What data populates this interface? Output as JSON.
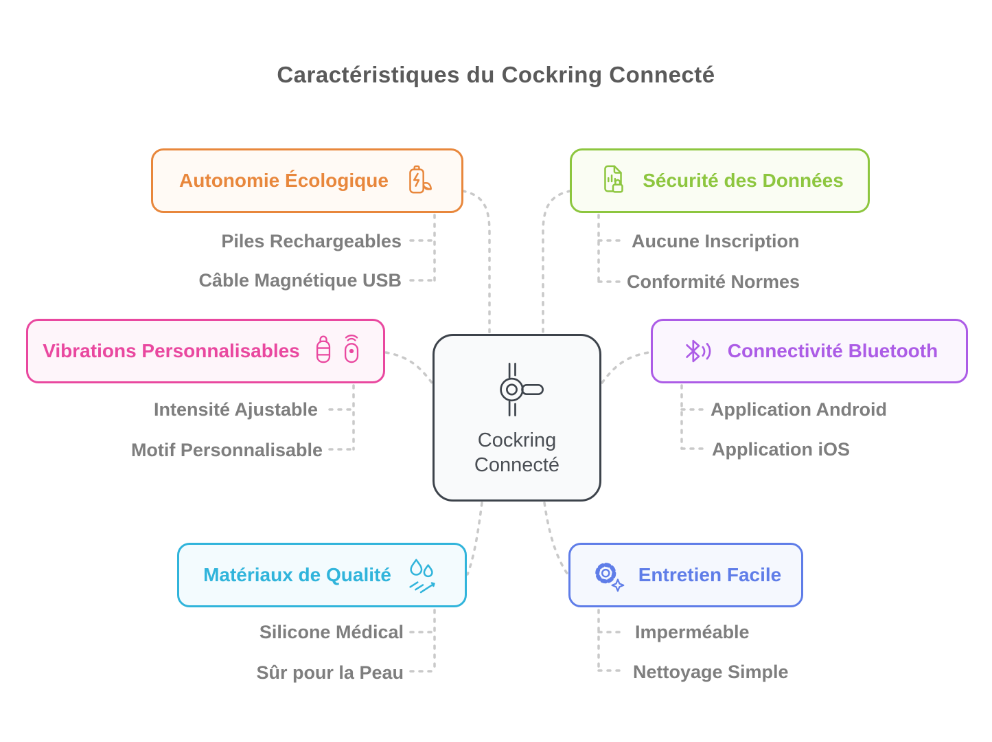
{
  "title": "Caractéristiques du Cockring Connecté",
  "center": {
    "line1": "Cockring",
    "line2": "Connecté",
    "icon": "cockring-icon"
  },
  "colors": {
    "connector": "#C9C9C9",
    "title": "#5A5A5A",
    "sub_text": "#7E7E7E",
    "center_border": "#3D434B",
    "center_bg": "#F9FAFB",
    "center_text": "#4A4E54",
    "background": "#FFFFFF"
  },
  "branches": [
    {
      "label": "Autonomie Écologique",
      "icon": "battery-eco-icon",
      "color": "#E8873C",
      "bg": "#FFFAF5",
      "items": [
        "Piles Rechargeables",
        "Câble Magnétique USB"
      ]
    },
    {
      "label": "Sécurité des Données",
      "icon": "document-lock-icon",
      "color": "#8DC63F",
      "bg": "#FAFDF3",
      "items": [
        "Aucune Inscription",
        "Conformité Normes"
      ]
    },
    {
      "label": "Vibrations Personnalisables",
      "icon": "vibration-devices-icon",
      "color": "#E9489F",
      "bg": "#FEF5FA",
      "items": [
        "Intensité Ajustable",
        "Motif Personnalisable"
      ]
    },
    {
      "label": "Connectivité Bluetooth",
      "icon": "bluetooth-icon",
      "color": "#AC5CE6",
      "bg": "#FBF6FE",
      "items": [
        "Application Android",
        "Application iOS"
      ]
    },
    {
      "label": "Matériaux de Qualité",
      "icon": "water-drops-icon",
      "color": "#30B4DB",
      "bg": "#F3FBFE",
      "items": [
        "Silicone Médical",
        "Sûr pour la Peau"
      ]
    },
    {
      "label": "Entretien Facile",
      "icon": "gear-sparkle-icon",
      "color": "#5F7DE8",
      "bg": "#F5F8FE",
      "items": [
        "Imperméable",
        "Nettoyage Simple"
      ]
    }
  ]
}
